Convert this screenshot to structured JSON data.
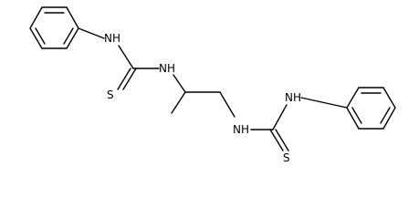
{
  "structure": {
    "atoms": {
      "nh_top_left": "NH",
      "s_left": "S",
      "nh_middle": "NH",
      "nh_bottom_middle": "NH",
      "nh_right": "NH",
      "s_right": "S"
    }
  }
}
